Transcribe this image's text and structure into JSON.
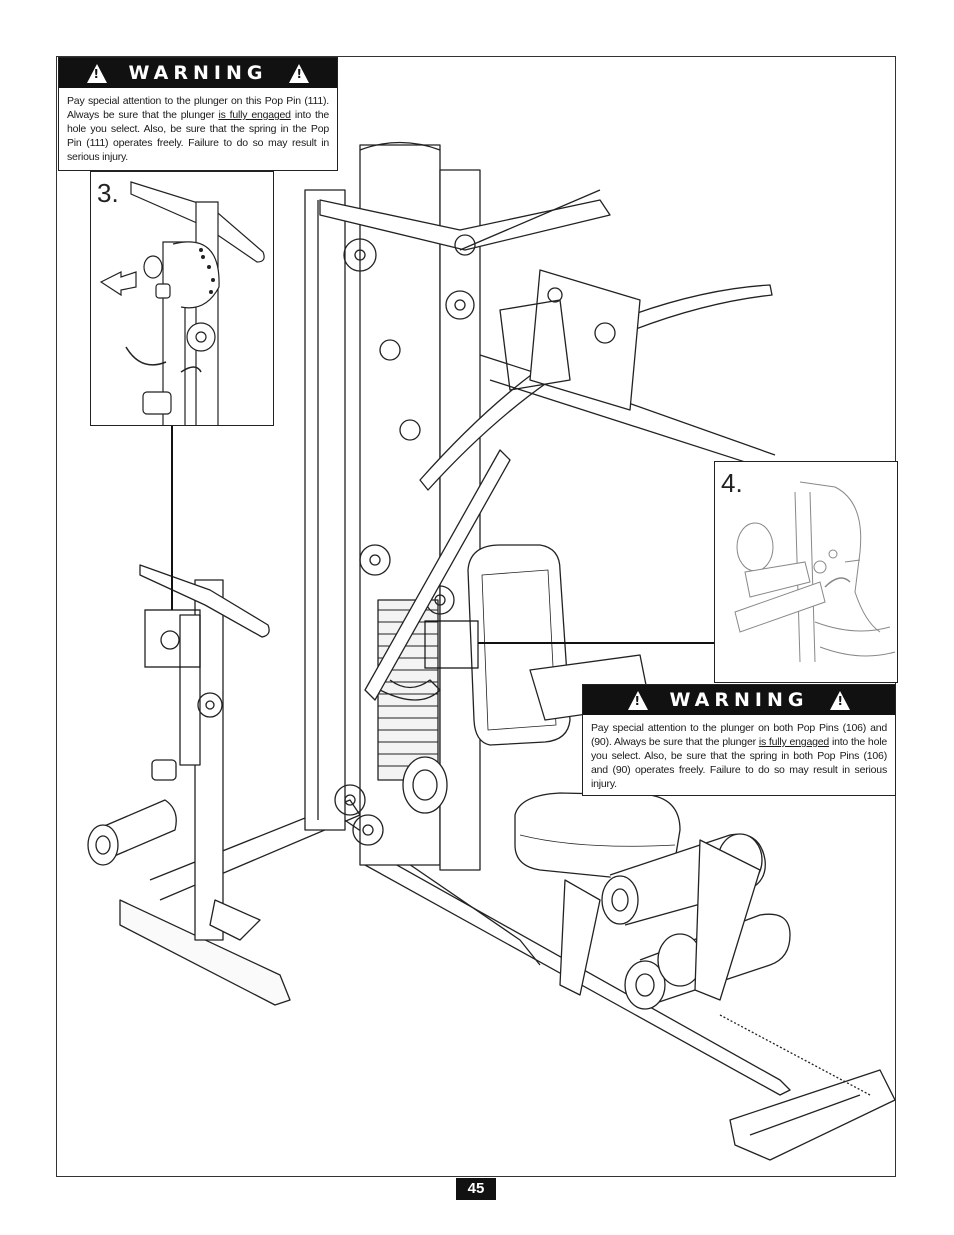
{
  "page": {
    "number": "45"
  },
  "warning_top": {
    "title": "WARNING",
    "text_before": "Pay special attention to the plunger on this Pop Pin (111). Always be sure that the plunger ",
    "text_underlined": "is fully engaged",
    "text_after": " into the hole you select. Also, be sure that the spring in the Pop Pin (111) operates freely. Failure to do so may result in serious injury."
  },
  "warning_right": {
    "title": "WARNING",
    "text_before": "Pay special attention to the plunger on both Pop Pins (106) and (90). Always be sure that the plunger ",
    "text_underlined": "is fully engaged",
    "text_after": " into the hole you select. Also, be sure that the spring in both Pop Pins (106) and (90) operates freely. Failure to do so may result in serious injury."
  },
  "steps": [
    {
      "label": "3."
    },
    {
      "label": "4."
    }
  ],
  "icons": [
    "warning-triangle-icon"
  ]
}
